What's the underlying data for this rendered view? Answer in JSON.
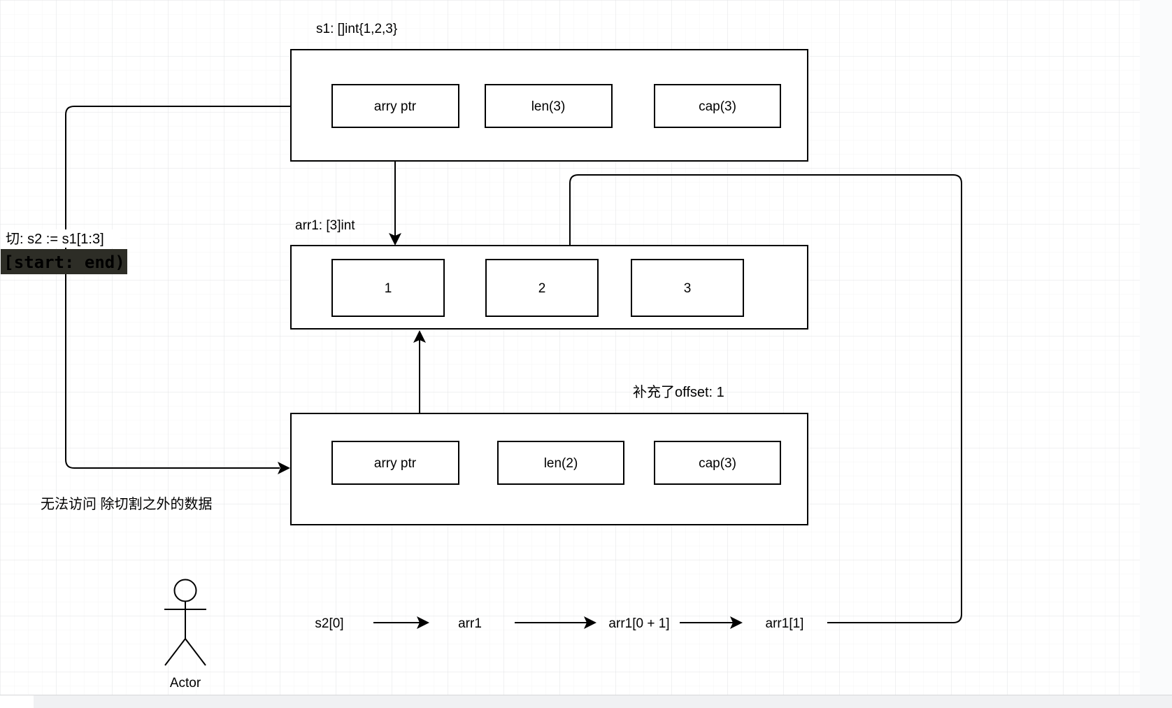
{
  "diagram": {
    "s1": {
      "label": "s1: []int{1,2,3}",
      "cells": [
        "arry ptr",
        "len(3)",
        "cap(3)"
      ]
    },
    "arr1": {
      "label": "arr1: [3]int",
      "cells": [
        "1",
        "2",
        "3"
      ]
    },
    "s2": {
      "note": "补充了offset: 1",
      "cells": [
        "arry ptr",
        "len(2)",
        "cap(3)"
      ]
    },
    "annotations": {
      "slice_op": "切:  s2 := s1[1:3]",
      "range_badge": "[start: end)",
      "no_access": "无法访问 除切割之外的数据"
    },
    "actor": {
      "label": "Actor"
    },
    "flow": {
      "items": [
        "s2[0]",
        "arr1",
        "arr1[0 + 1]",
        "arr1[1]"
      ]
    }
  },
  "colors": {
    "stroke": "#000000",
    "badge_bg": "#2d2d26",
    "badge_text": "#a09a87",
    "grid_minor": "#f5f5f5",
    "grid_major": "#e2e3e4",
    "margin_bg": "#fafbfc",
    "scrollbar_track": "#f0f1f3",
    "scrollbar_border": "#d6d7d9"
  }
}
